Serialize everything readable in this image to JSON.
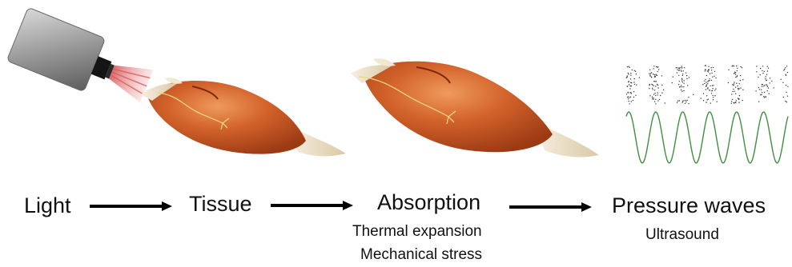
{
  "steps": [
    {
      "label": "Light",
      "icon": "light-source-icon"
    },
    {
      "label": "Tissue",
      "icon": "muscle-tissue-icon"
    },
    {
      "label": "Absorption",
      "details": [
        "Thermal expansion",
        "Mechanical stress"
      ],
      "icon": "muscle-absorbing-icon"
    },
    {
      "label": "Pressure waves",
      "details": [
        "Ultrasound"
      ],
      "icon": "pressure-wave-icon"
    }
  ],
  "colors": {
    "muscle": "#c8521f",
    "muscle_highlight": "#e98a4e",
    "tendon": "#efe2c4",
    "nerve": "#e8d580",
    "wave_line": "#3f8f3f",
    "laser": "#e88a8a",
    "arrow": "#000000"
  }
}
